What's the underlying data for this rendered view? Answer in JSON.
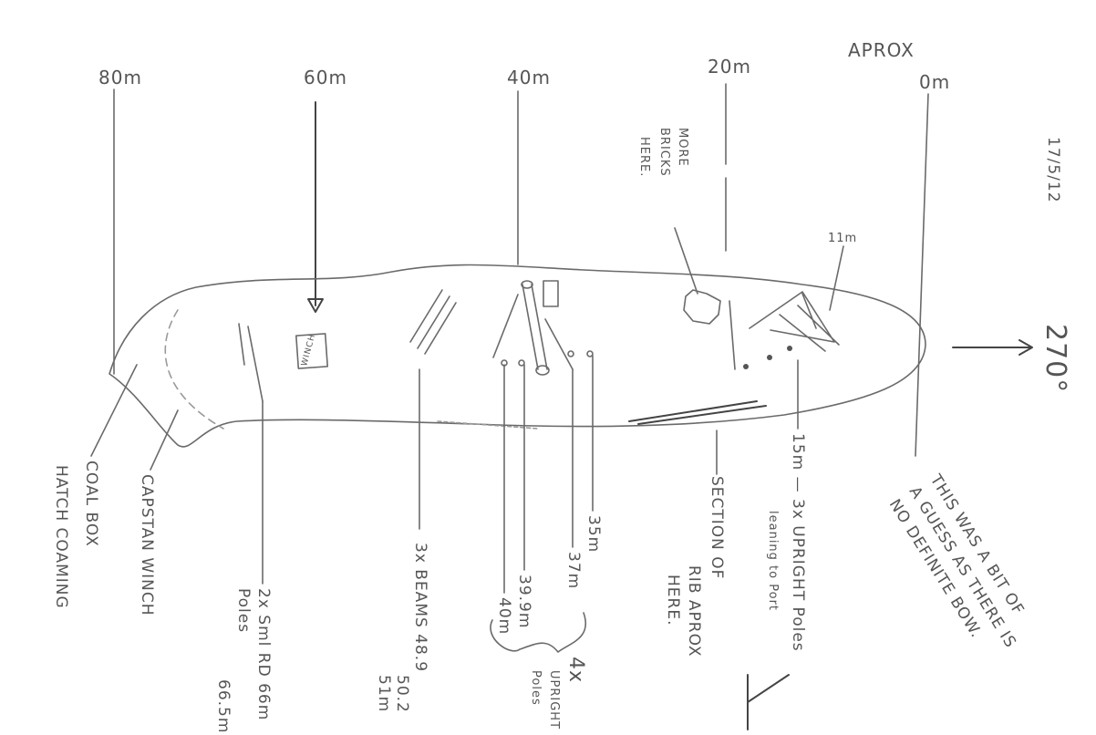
{
  "scale": {
    "m80": "80m",
    "m60": "60m",
    "m40": "40m",
    "m20": "20m",
    "approx": "APROX",
    "m0": "0m"
  },
  "date": "17/5/12",
  "heading": "270°",
  "labels": {
    "more_bricks": [
      "MORE",
      "BRICKS",
      "HERE."
    ],
    "eleven_m": "11m",
    "coal_box": [
      "COAL BOX",
      "HATCH COAMING"
    ],
    "capstan": "CAPSTAN WINCH",
    "round_poles": [
      "2x Sml RD 66m",
      "Poles",
      "66.5m"
    ],
    "beams": [
      "3x BEAMS 48.9",
      "50.2",
      "51m"
    ],
    "uprights": [
      "35m",
      "37m",
      "39.9m",
      "40m"
    ],
    "four_uprights": [
      "4x",
      "UPRIGHT",
      "Poles"
    ],
    "rib": [
      "SECTION OF",
      "RIB APROX",
      "HERE."
    ],
    "fifteen_m": [
      "15m — 3x UPRIGHT Poles",
      "leaning to Port"
    ],
    "bow_note": [
      "THIS WAS A BIT OF",
      "A GUESS AS THERE IS",
      "NO DEFINITE BOW."
    ],
    "winch_box": "WINCH"
  }
}
